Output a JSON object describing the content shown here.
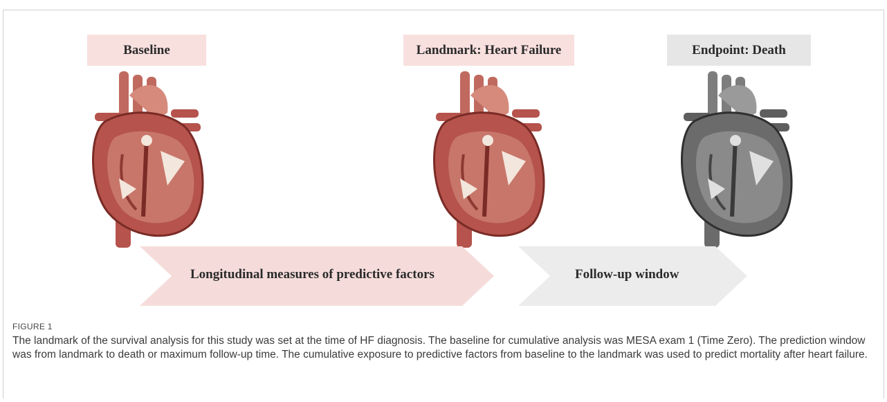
{
  "labels": {
    "baseline": "Baseline",
    "landmark": "Landmark: Heart Failure",
    "endpoint": "Endpoint: Death"
  },
  "arrows": {
    "first": "Longitudinal measures of predictive factors",
    "second": "Follow-up window"
  },
  "colors": {
    "pink_box": "#f8e0df",
    "gray_box": "#e6e6e6",
    "pink_arrow": "#f5dcdb",
    "gray_arrow": "#ececec",
    "heart_red": "#b5534c",
    "heart_gray": "#6b6b6b"
  },
  "figure": {
    "label": "FIGURE 1",
    "caption": "The landmark of the survival analysis for this study was set at the time of HF diagnosis. The baseline for cumulative analysis was MESA exam 1 (Time Zero). The prediction window was from landmark to death or maximum follow-up time. The cumulative exposure to predictive factors from baseline to the landmark was used to predict mortality after heart failure."
  }
}
